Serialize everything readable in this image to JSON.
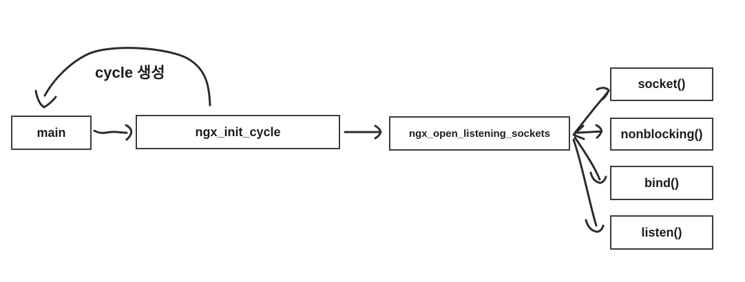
{
  "annotation": {
    "cycle_label": "cycle 생성"
  },
  "nodes": {
    "main": "main",
    "init": "ngx_init_cycle",
    "open": "ngx_open_listening_sockets",
    "socket": "socket()",
    "nonblocking": "nonblocking()",
    "bind": "bind()",
    "listen": "listen()"
  },
  "edges": [
    {
      "from": "main",
      "to": "ngx_init_cycle"
    },
    {
      "from": "ngx_init_cycle",
      "to": "main",
      "label": "cycle 생성"
    },
    {
      "from": "ngx_init_cycle",
      "to": "ngx_open_listening_sockets"
    },
    {
      "from": "ngx_open_listening_sockets",
      "to": "socket()"
    },
    {
      "from": "ngx_open_listening_sockets",
      "to": "nonblocking()"
    },
    {
      "from": "ngx_open_listening_sockets",
      "to": "bind()"
    },
    {
      "from": "ngx_open_listening_sockets",
      "to": "listen()"
    }
  ],
  "colors": {
    "background": "#ffffff",
    "line": "#2b2b2b",
    "box_border": "#3a3a3a",
    "text": "#1b1b1b"
  }
}
